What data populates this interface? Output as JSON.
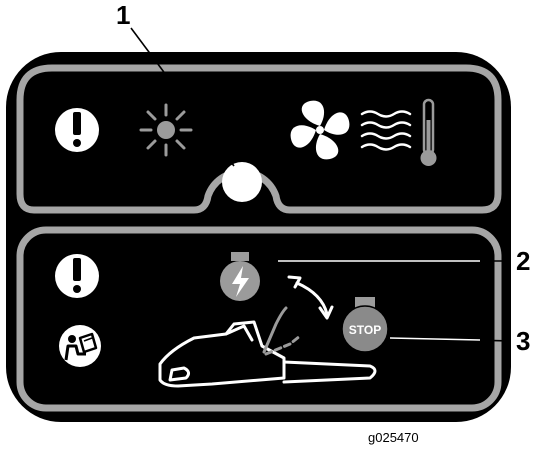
{
  "callouts": {
    "one": "1",
    "two": "2",
    "three": "3"
  },
  "stop_label": "STOP",
  "figure_id": "g025470",
  "icons": {
    "upper_panel": [
      "warning-icon",
      "light-icon",
      "fan-icon",
      "heat-waves-icon",
      "thermometer-icon"
    ],
    "lower_panel": [
      "warning-icon",
      "read-manual-icon",
      "engine-start-icon",
      "engine-stop-icon",
      "chainsaw-icon"
    ]
  },
  "colors": {
    "panel": "#000000",
    "border": "#a6a6a6",
    "icon_light": "#ffffff",
    "icon_gray": "#9b9b9b",
    "stop_fill": "#8a8a8a"
  }
}
